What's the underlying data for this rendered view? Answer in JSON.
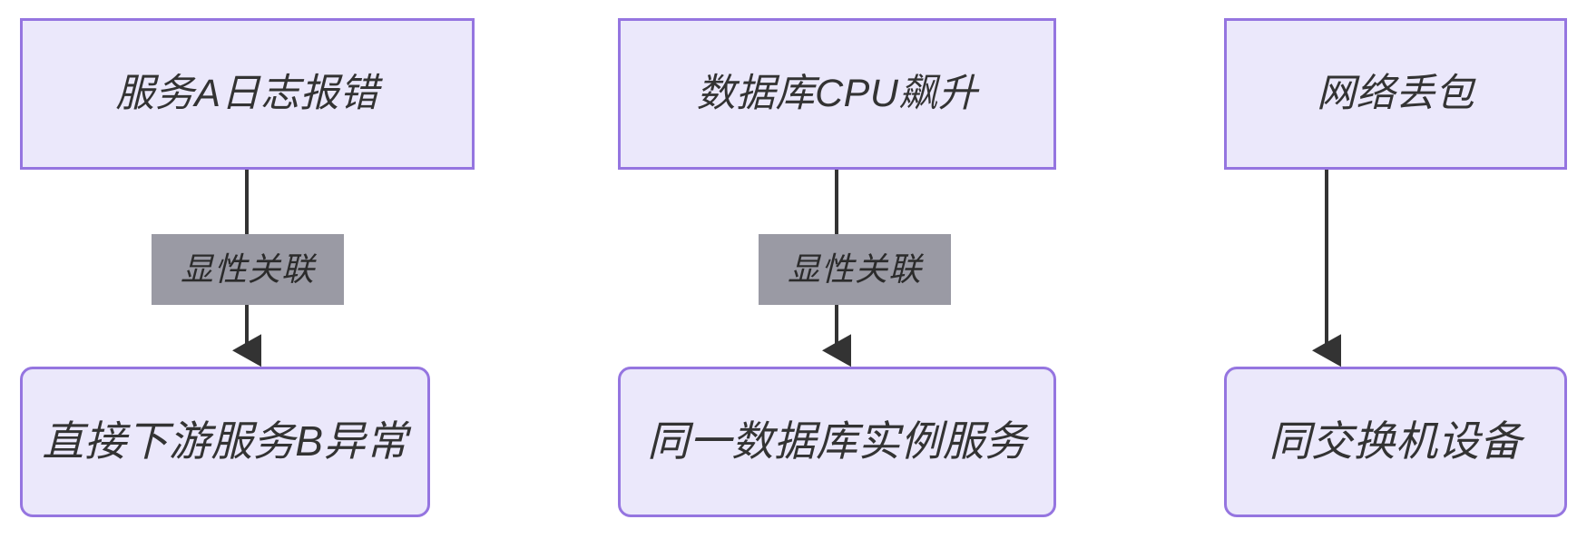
{
  "diagram": {
    "type": "flowchart",
    "direction": "top-to-bottom",
    "background_color": "#ffffff",
    "node_fill_color": "#ebe8fb",
    "node_border_color": "#9575e0",
    "node_text_color": "#333333",
    "edge_color": "#333333",
    "edge_label_background": "#9a9aa4",
    "columns": [
      {
        "id": "col1",
        "source": {
          "id": "n1",
          "label": "服务A日志报错",
          "shape": "rectangle"
        },
        "edge": {
          "label": "显性关联",
          "arrowhead": "filled-triangle"
        },
        "target": {
          "id": "n2",
          "label": "直接下游服务B异常",
          "shape": "rounded-rectangle"
        }
      },
      {
        "id": "col2",
        "source": {
          "id": "n3",
          "label": "数据库CPU飙升",
          "shape": "rectangle"
        },
        "edge": {
          "label": "显性关联",
          "arrowhead": "filled-triangle"
        },
        "target": {
          "id": "n4",
          "label": "同一数据库实例服务",
          "shape": "rounded-rectangle"
        }
      },
      {
        "id": "col3",
        "source": {
          "id": "n5",
          "label": "网络丢包",
          "shape": "rectangle"
        },
        "edge": {
          "label": "",
          "arrowhead": "filled-triangle"
        },
        "target": {
          "id": "n6",
          "label": "同交换机设备",
          "shape": "rounded-rectangle"
        }
      }
    ]
  }
}
